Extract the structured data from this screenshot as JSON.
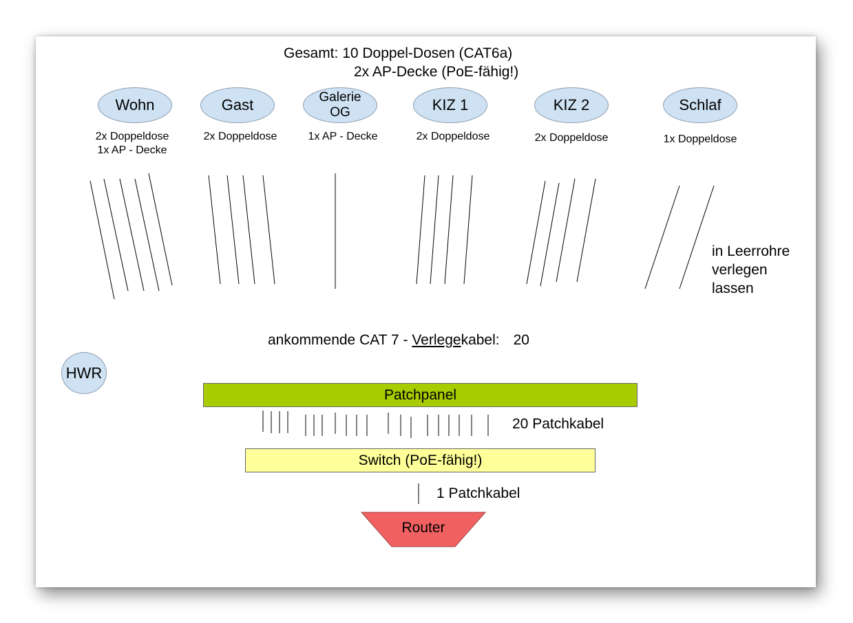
{
  "header": {
    "line1": "Gesamt: 10 Doppel-Dosen (CAT6a)",
    "line2": "2x AP-Decke (PoE-fähig!)"
  },
  "rooms": [
    {
      "name": "Wohn",
      "sub1": "2x Doppeldose",
      "sub2": "1x AP - Decke"
    },
    {
      "name": "Gast",
      "sub1": "2x Doppeldose",
      "sub2": ""
    },
    {
      "name_line1": "Galerie",
      "name_line2": "OG",
      "sub1": "1x AP - Decke",
      "sub2": ""
    },
    {
      "name": "KIZ 1",
      "sub1": "2x Doppeldose",
      "sub2": ""
    },
    {
      "name": "KIZ 2",
      "sub1": "2x Doppeldose",
      "sub2": ""
    },
    {
      "name": "Schlaf",
      "sub1": "1x Doppeldose",
      "sub2": ""
    }
  ],
  "side_note": {
    "line1": "in Leerrohre",
    "line2": "verlegen",
    "line3": "lassen"
  },
  "incoming": {
    "prefix": "ankommende CAT 7 - ",
    "underlined": "Verlege",
    "suffix": "kabel:",
    "count": "20"
  },
  "hwr": "HWR",
  "patchpanel": "Patchpanel",
  "patchcables": "20 Patchkabel",
  "switch": "Switch (PoE-fähig!)",
  "router_cable": "1 Patchkabel",
  "router": "Router",
  "colors": {
    "ellipse_fill": "#cfe2f3",
    "patchpanel_fill": "#a8cc00",
    "switch_fill": "#ffff99",
    "router_fill": "#f26161"
  }
}
